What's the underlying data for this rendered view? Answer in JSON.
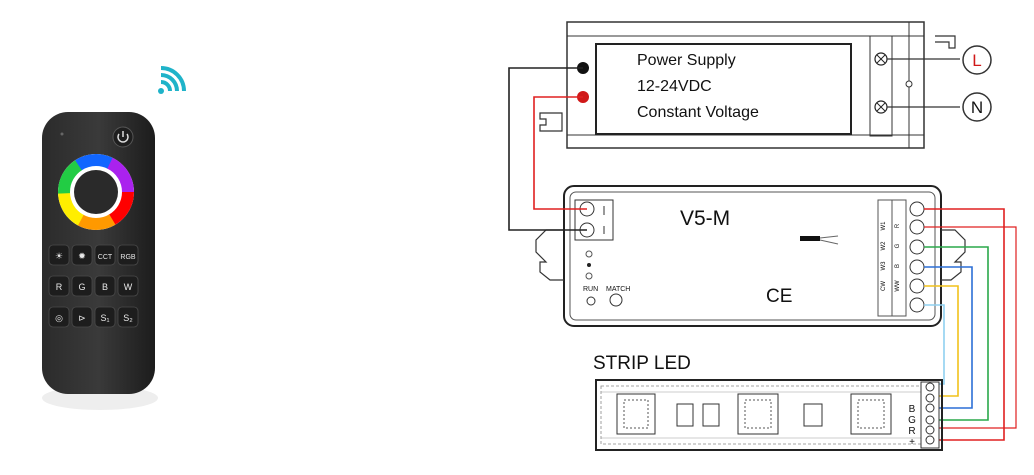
{
  "remote": {
    "buttons": [
      {
        "label": "☀",
        "name": "brightness-down-button"
      },
      {
        "label": "✹",
        "name": "brightness-up-button"
      },
      {
        "label": "CCT",
        "name": "cct-button"
      },
      {
        "label": "RGB",
        "name": "rgb-button"
      },
      {
        "label": "R",
        "name": "red-button"
      },
      {
        "label": "G",
        "name": "green-button"
      },
      {
        "label": "B",
        "name": "blue-button"
      },
      {
        "label": "W",
        "name": "white-button"
      },
      {
        "label": "◎",
        "name": "color-mode-button"
      },
      {
        "label": "⊳",
        "name": "play-button"
      },
      {
        "label": "S₁",
        "name": "scene-1-button"
      },
      {
        "label": "S₂",
        "name": "scene-2-button"
      }
    ],
    "icons": {
      "signal": "wifi-signal-icon",
      "power": "power-icon"
    }
  },
  "power_supply": {
    "line1": "Power Supply",
    "line2": "12-24VDC",
    "line3": "Constant Voltage",
    "terminal_l": "L",
    "terminal_n": "N"
  },
  "controller": {
    "title": "V5-M",
    "ce_mark": "CE",
    "run_label": "RUN",
    "match_label": "MATCH",
    "channels": [
      "R",
      "W1",
      "G",
      "W2",
      "B",
      "W3",
      "WW",
      "CW"
    ]
  },
  "strip": {
    "title": "STRIP LED",
    "pins": [
      "B",
      "G",
      "R",
      "+"
    ]
  },
  "colors": {
    "red_wire": "#e02020",
    "green_wire": "#2aa84a",
    "blue_wire": "#2c6fd6",
    "yellow_wire": "#f2c21b",
    "lightblue_wire": "#8fd0f0",
    "black_wire": "#222222",
    "signal": "#1fb3c9"
  }
}
